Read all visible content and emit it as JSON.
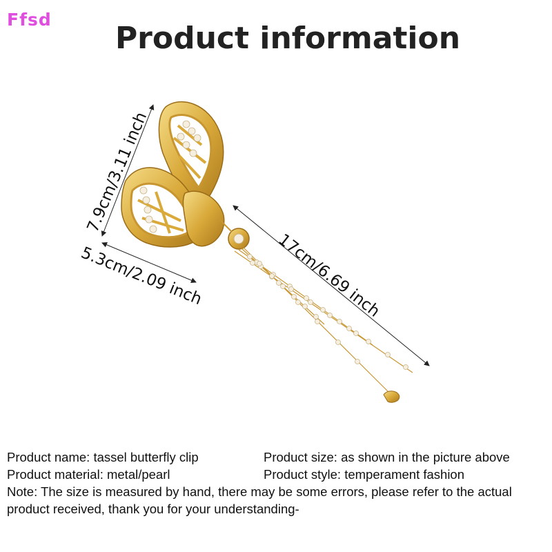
{
  "brand": {
    "text": "Ffsd",
    "color": "#e04ee0"
  },
  "title": "Product information",
  "dimensions": {
    "height": "7.9cm/3.11 inch",
    "width": "5.3cm/2.09 inch",
    "length": "17cm/6.69 inch"
  },
  "info": {
    "name": "Product name: tassel butterfly clip",
    "size": "Product size: as shown in the picture above",
    "material": "Product material: metal/pearl",
    "style": "Product style: temperament fashion",
    "note": "Note: The size is measured by hand, there may be some errors, please refer to the actual product received, thank you for your understanding-"
  },
  "colors": {
    "gold": "#d9a93a",
    "gold_light": "#f3d57a",
    "gold_dark": "#a9781c",
    "pearl": "#f6efe0"
  }
}
